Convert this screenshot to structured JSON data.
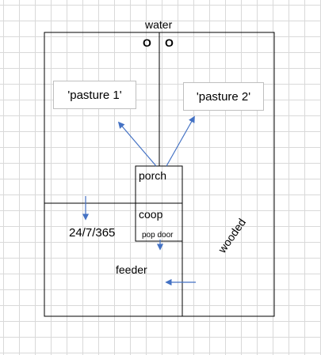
{
  "labels": {
    "water": "water",
    "pasture_1": "'pasture 1'",
    "pasture_2": "'pasture 2'",
    "porch": "porch",
    "coop": "coop",
    "pop_door": "pop door",
    "schedule": "24/7/365",
    "feeder": "feeder",
    "wooded": "wooded",
    "water_marker_1": "O",
    "water_marker_2": "O"
  },
  "colors": {
    "outline": "#000000",
    "arrow": "#4472c4",
    "grid": "#d9d9d9"
  }
}
